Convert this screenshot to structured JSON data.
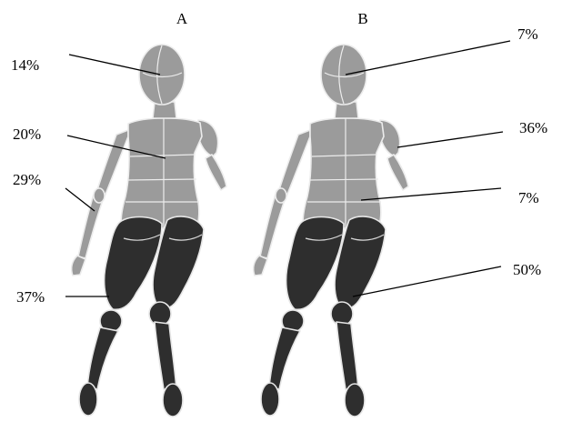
{
  "figures": [
    {
      "id": "A",
      "label": "A",
      "annotations": [
        {
          "value": "14%",
          "region": "head"
        },
        {
          "value": "20%",
          "region": "torso"
        },
        {
          "value": "29%",
          "region": "arm"
        },
        {
          "value": "37%",
          "region": "thigh"
        }
      ]
    },
    {
      "id": "B",
      "label": "B",
      "annotations": [
        {
          "value": "7%",
          "region": "head"
        },
        {
          "value": "36%",
          "region": "arm"
        },
        {
          "value": "7%",
          "region": "torso"
        },
        {
          "value": "50%",
          "region": "thigh"
        }
      ]
    }
  ],
  "colors": {
    "body_light": "#9b9b9b",
    "body_dark": "#2e2e2e",
    "outline": "#ececec",
    "text": "#000000"
  }
}
